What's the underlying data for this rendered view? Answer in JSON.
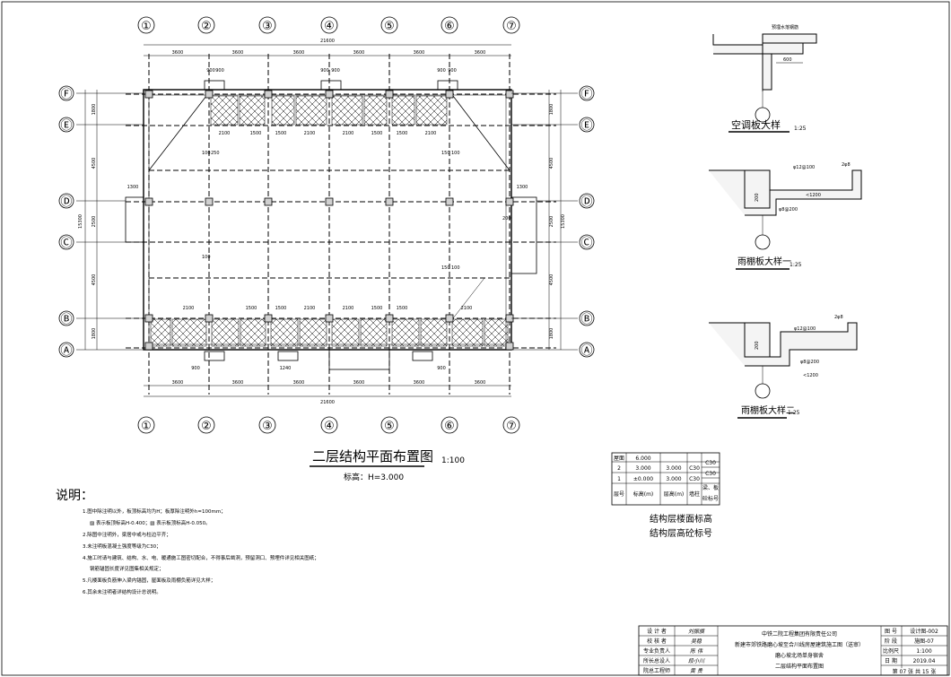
{
  "plan": {
    "title": "二层结构平面布置图",
    "scale": "1:100",
    "elevation": "标高：H=3.000",
    "axes_x": [
      "①",
      "②",
      "③",
      "④",
      "⑤",
      "⑥",
      "⑦"
    ],
    "axes_y": [
      "Ⓕ",
      "Ⓔ",
      "Ⓓ",
      "Ⓒ",
      "Ⓑ",
      "Ⓐ"
    ],
    "bay_dims": [
      "3600",
      "3600",
      "3600",
      "3600",
      "3600",
      "3600"
    ],
    "total_dim": "21600",
    "side_dims": [
      "1800",
      "4500",
      "2500",
      "4500",
      "1800"
    ],
    "side_total": "15300",
    "stair_dims": [
      "2100",
      "1500",
      "1500",
      "2100",
      "2100",
      "1500",
      "1500",
      "2100"
    ],
    "top_openings": [
      "900",
      "900",
      "900",
      "900",
      "900",
      "900"
    ],
    "bottom_openings": [
      "900",
      "1240",
      "900"
    ],
    "cantilever_dims": [
      "1300",
      "1300"
    ],
    "annotations": [
      "150",
      "100",
      "250",
      "200"
    ]
  },
  "details": {
    "d1": {
      "title": "空调板大样",
      "scale": "1:25",
      "label_tie": "预埋水落钢筋",
      "dim": "600"
    },
    "d2": {
      "title": "雨棚板大样一",
      "scale": "1:25",
      "rebar1": "φ12@100",
      "rebar2": "2φ8",
      "rebar3": "φ8@200",
      "dim": "<1200",
      "height": "200"
    },
    "d3": {
      "title": "雨棚板大样二",
      "scale": "1:25",
      "rebar1": "φ12@100",
      "rebar2": "2φ8",
      "rebar3": "φ8@200",
      "dim": "<1200",
      "height": "200"
    }
  },
  "floor_table": {
    "rows": [
      {
        "floor": "屋面",
        "elev": "6.000",
        "height": "",
        "grade": ""
      },
      {
        "floor": "2",
        "elev": "3.000",
        "height": "3.000",
        "grade": "C30"
      },
      {
        "floor": "1",
        "elev": "±0.000",
        "height": "3.000",
        "grade": "C30"
      }
    ],
    "right_col": [
      "C30",
      "C30"
    ],
    "header": {
      "floor": "层号",
      "elev": "标高(m)",
      "height": "层高(m)",
      "col": "墙柱",
      "beam": "梁、板",
      "grade": "砼标号"
    },
    "caption1": "结构层楼面标高",
    "caption2": "结构层高砼标号"
  },
  "notes": {
    "heading": "说明：",
    "items": [
      "1.图中除注明以外，板顶标高均为H；板厚除注明外h=100mm；",
      "▨ 表示板顶标高H-0.400；▧ 表示板顶标高H-0.050。",
      "2.除图中注明外，梁居中或与柱边平齐；",
      "3.未注明板混凝土强度等级为C30；",
      "4.施工时请与建筑、结构、水、电、暖通施工图密切配合，不得事后凿洞，预留洞口、预埋件详见相关图纸；",
      "钢筋锚固长度详见图集相关规定；",
      "5.凡楼面板负筋伸入梁内锚固，屋面板及雨棚负筋详见大样；",
      "6.其余未注明者详结构设计总说明。"
    ]
  },
  "title_block": {
    "left_labels": [
      "设 计 者",
      "校 核 者",
      "专业负责人",
      "所长总设人",
      "院总工程师"
    ],
    "left_sigs": [
      "刘振旗",
      "吴稳",
      "陈 伟",
      "段小川",
      "黄 贵"
    ],
    "company": "中铁二院工程集团有限责任公司",
    "project": "新建市郊铁路磨心坡至合川线房屋建筑施工图（送审）",
    "station": "磨心坡北场单身宿舍",
    "drawing": "二层结构平面布置图",
    "right_labels": [
      "图 号",
      "阶 段",
      "比例尺",
      "日 期"
    ],
    "right_values": [
      "设计图-002",
      "施图-07",
      "1:100",
      "2019.04"
    ],
    "sheet": "第 07 张 共 15 张"
  }
}
